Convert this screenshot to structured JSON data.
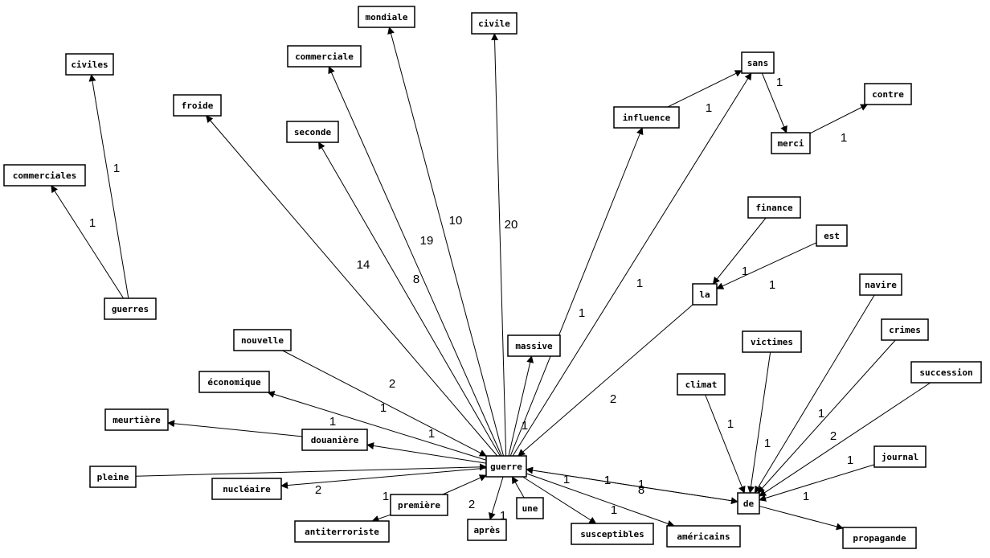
{
  "nodes": {
    "guerre": "guerre",
    "guerres": "guerres",
    "civiles": "civiles",
    "commerciales": "commerciales",
    "froide": "froide",
    "commerciale": "commerciale",
    "mondiale": "mondiale",
    "civile": "civile",
    "seconde": "seconde",
    "influence": "influence",
    "sans": "sans",
    "merci": "merci",
    "contre": "contre",
    "finance": "finance",
    "est": "est",
    "la": "la",
    "navire": "navire",
    "crimes": "crimes",
    "victimes": "victimes",
    "succession": "succession",
    "climat": "climat",
    "journal": "journal",
    "de": "de",
    "propagande": "propagande",
    "massive": "massive",
    "nouvelle": "nouvelle",
    "economique": "économique",
    "meurtiere": "meurtière",
    "douaniere": "douanière",
    "pleine": "pleine",
    "nucleaire": "nucléaire",
    "premiere": "première",
    "antiterroriste": "antiterroriste",
    "apres": "après",
    "une": "une",
    "susceptibles": "susceptibles",
    "americains": "américains"
  },
  "edges": [
    {
      "from": "guerres",
      "to": "civiles",
      "weight": "1"
    },
    {
      "from": "guerres",
      "to": "commerciales",
      "weight": "1"
    },
    {
      "from": "guerre",
      "to": "froide",
      "weight": "14"
    },
    {
      "from": "guerre",
      "to": "commerciale",
      "weight": "19"
    },
    {
      "from": "guerre",
      "to": "mondiale",
      "weight": "10"
    },
    {
      "from": "guerre",
      "to": "civile",
      "weight": "20"
    },
    {
      "from": "guerre",
      "to": "seconde",
      "weight": "8"
    },
    {
      "from": "guerre",
      "to": "influence",
      "weight": "1"
    },
    {
      "from": "influence",
      "to": "sans",
      "weight": "1"
    },
    {
      "from": "guerre",
      "to": "sans",
      "weight": "1"
    },
    {
      "from": "sans",
      "to": "merci",
      "weight": "1"
    },
    {
      "from": "merci",
      "to": "contre",
      "weight": "1"
    },
    {
      "from": "finance",
      "to": "la",
      "weight": "1"
    },
    {
      "from": "est",
      "to": "la",
      "weight": "1"
    },
    {
      "from": "la",
      "to": "guerre",
      "weight": "2"
    },
    {
      "from": "guerre",
      "to": "massive",
      "weight": "1"
    },
    {
      "from": "nouvelle",
      "to": "guerre",
      "weight": "2"
    },
    {
      "from": "guerre",
      "to": "economique",
      "weight": "1"
    },
    {
      "from": "douaniere",
      "to": "meurtiere",
      "weight": "1"
    },
    {
      "from": "guerre",
      "to": "douaniere",
      "weight": "1"
    },
    {
      "from": "pleine",
      "to": "guerre",
      "weight": ""
    },
    {
      "from": "guerre",
      "to": "nucleaire",
      "weight": "2"
    },
    {
      "from": "premiere",
      "to": "guerre",
      "weight": "1"
    },
    {
      "from": "premiere",
      "to": "antiterroriste",
      "weight": ""
    },
    {
      "from": "guerre",
      "to": "apres",
      "weight": "2"
    },
    {
      "from": "une",
      "to": "guerre",
      "weight": "1"
    },
    {
      "from": "guerre",
      "to": "susceptibles",
      "weight": "1"
    },
    {
      "from": "guerre",
      "to": "americains",
      "weight": "1"
    },
    {
      "from": "guerre",
      "to": "de",
      "weight": "1"
    },
    {
      "from": "de",
      "to": "guerre",
      "weight": "1"
    },
    {
      "from": "navire",
      "to": "de",
      "weight": ""
    },
    {
      "from": "crimes",
      "to": "de",
      "weight": "1"
    },
    {
      "from": "victimes",
      "to": "de",
      "weight": "1"
    },
    {
      "from": "succession",
      "to": "de",
      "weight": "2"
    },
    {
      "from": "climat",
      "to": "de",
      "weight": "1"
    },
    {
      "from": "journal",
      "to": "de",
      "weight": "1"
    },
    {
      "from": "de",
      "to": "propagande",
      "weight": "1"
    }
  ],
  "extra_labels": [
    "8",
    "1"
  ]
}
